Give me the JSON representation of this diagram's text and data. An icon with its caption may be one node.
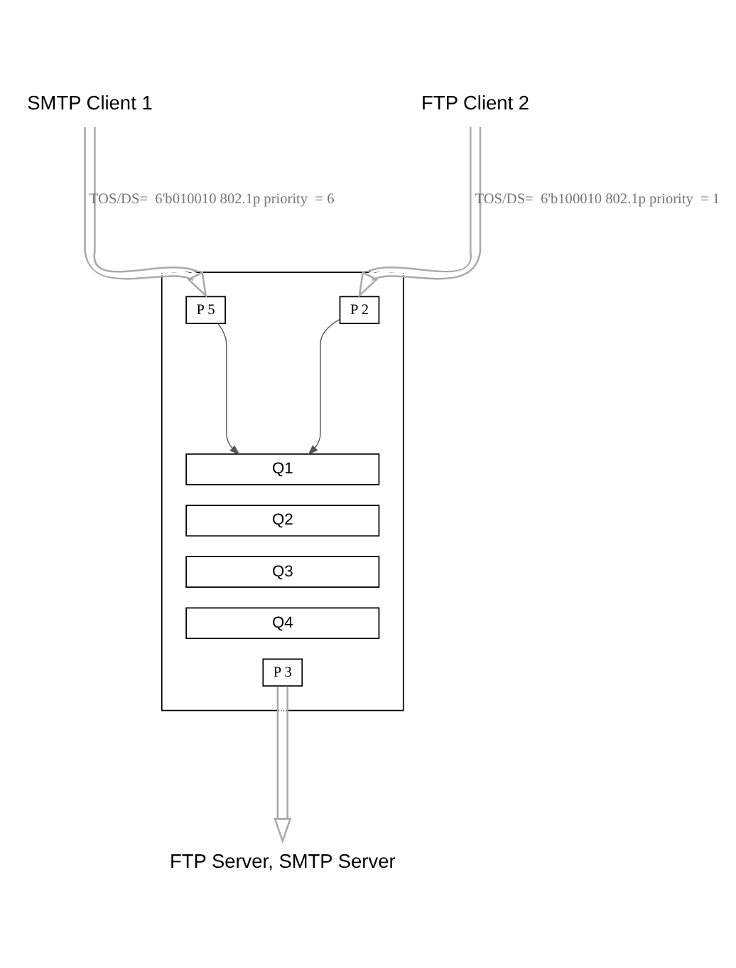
{
  "diagram": {
    "nodes": [
      {
        "text": [
          "SMTP Client 1"
        ]
      },
      {
        "text": [
          "FTP Client 2"
        ]
      },
      {
        "text": [],
        "shape": "box"
      },
      {
        "text": [
          "P 5"
        ],
        "in": 2
      },
      {
        "text": [
          "P 2"
        ],
        "in": 2
      },
      {
        "text": [
          "Q1"
        ],
        "in": 2
      },
      {
        "text": [
          "Q2"
        ],
        "in": 2
      },
      {
        "text": [
          "Q3"
        ],
        "in": 2
      },
      {
        "text": [
          "Q4"
        ],
        "in": 2
      },
      {
        "text": [
          "P 3"
        ],
        "in": 2
      },
      {
        "text": [
          "FTP Server, SMTP Server"
        ]
      }
    ],
    "edges": [
      {
        "from": 0,
        "to": 3,
        "arrow": "to",
        "label": "TOS/DS=  6'b010010 802.1p priority  = 6"
      },
      {
        "from": 1,
        "to": 4,
        "arrow": "to",
        "label": "TOS/DS=  6'b100010 802.1p priority  = 1"
      },
      {
        "from": 3,
        "to": 5,
        "arrow": "to",
        "color": "#555555"
      },
      {
        "from": 4,
        "to": 5,
        "arrow": "to",
        "color": "#555555"
      },
      {
        "from": 9,
        "to": 10,
        "arrow": "to"
      }
    ]
  }
}
